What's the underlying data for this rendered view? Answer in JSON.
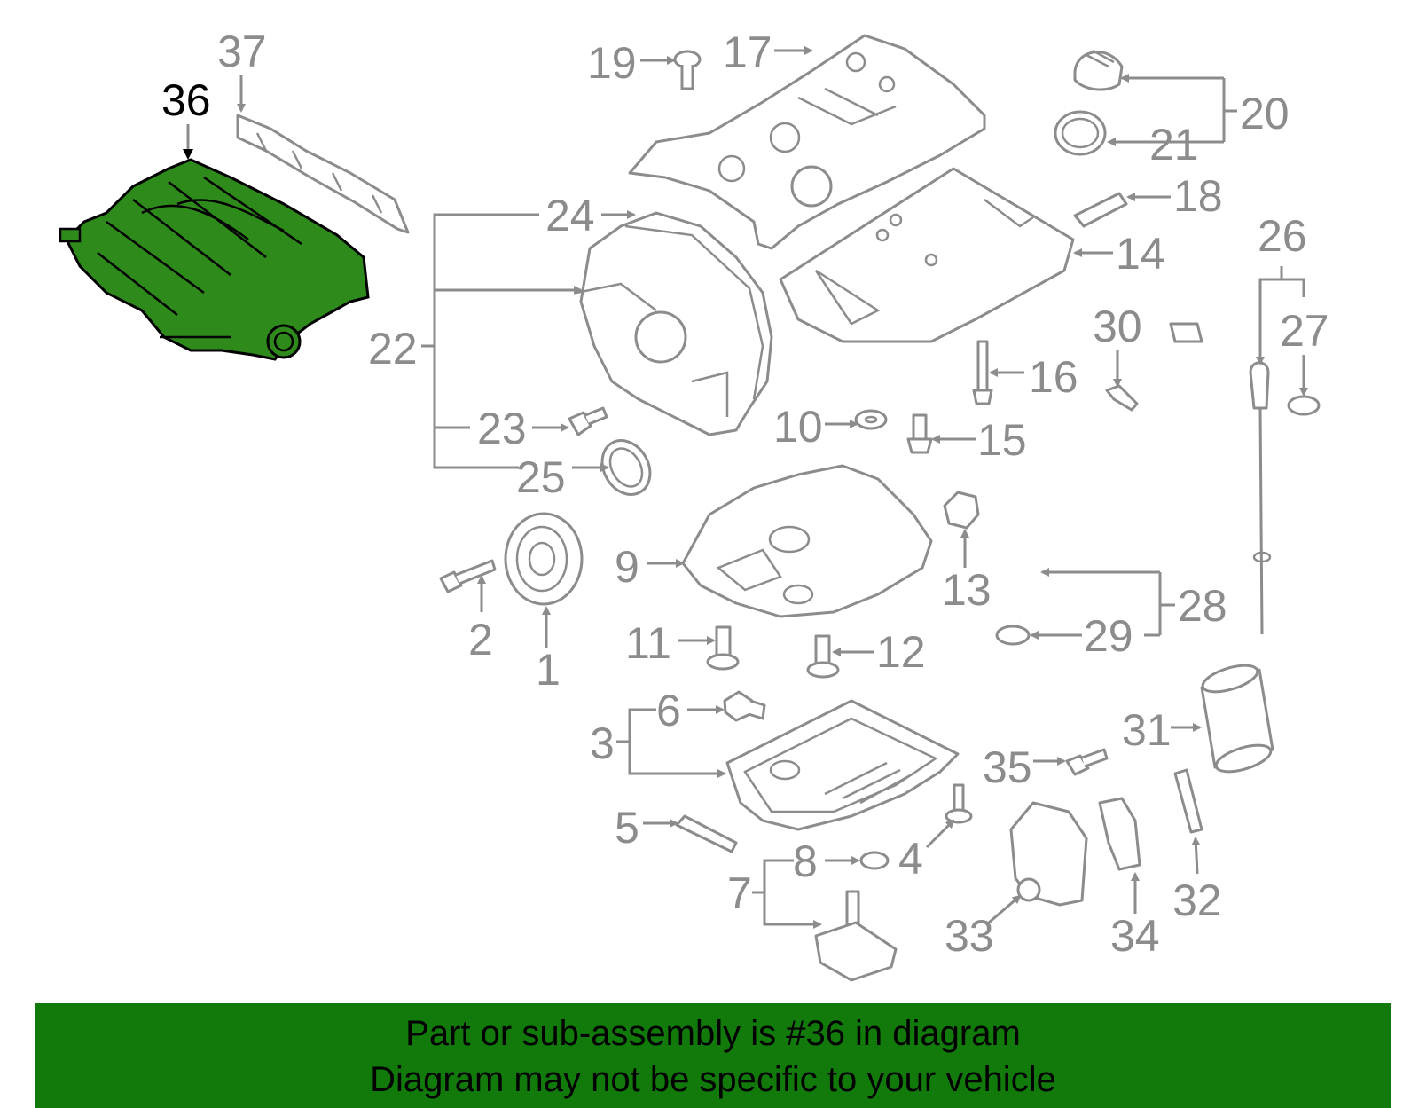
{
  "highlight": {
    "part": "36",
    "color": "#117a0b",
    "part_fill": "#2e8a1a"
  },
  "callouts": {
    "c1": "1",
    "c2": "2",
    "c3": "3",
    "c4": "4",
    "c5": "5",
    "c6": "6",
    "c7": "7",
    "c8": "8",
    "c9": "9",
    "c10": "10",
    "c11": "11",
    "c12": "12",
    "c13": "13",
    "c14": "14",
    "c15": "15",
    "c16": "16",
    "c17": "17",
    "c18": "18",
    "c19": "19",
    "c20": "20",
    "c21": "21",
    "c22": "22",
    "c23": "23",
    "c24": "24",
    "c25": "25",
    "c26": "26",
    "c27": "27",
    "c28": "28",
    "c29": "29",
    "c30": "30",
    "c31": "31",
    "c32": "32",
    "c33": "33",
    "c34": "34",
    "c35": "35",
    "c36": "36",
    "c37": "37"
  },
  "banner": {
    "line1": "Part or sub-assembly is #36 in diagram",
    "line2": "Diagram may not be specific to your vehicle"
  }
}
